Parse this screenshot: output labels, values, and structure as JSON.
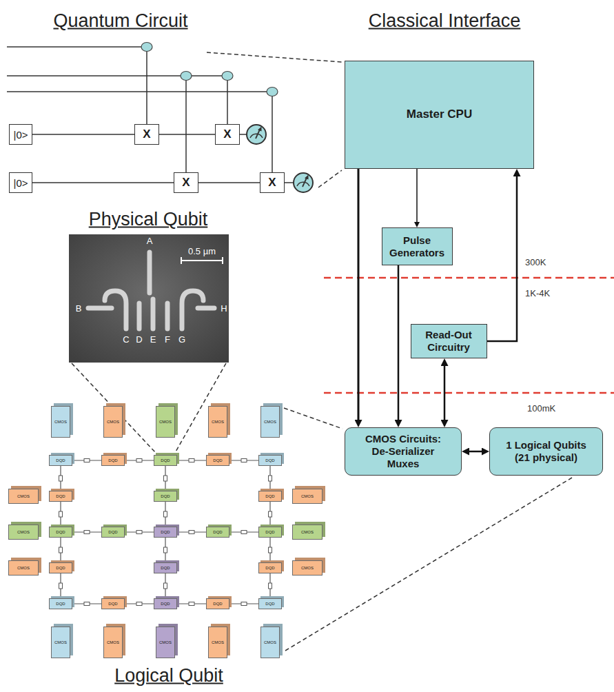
{
  "diagram": {
    "nodes": [
      {
        "text": [
          "|0>"
        ]
      },
      {
        "text": [
          "X"
        ]
      },
      {
        "text": [
          "X"
        ]
      },
      {
        "text": [
          "|0>"
        ]
      },
      {
        "text": [
          "X"
        ]
      },
      {
        "text": [
          "X"
        ]
      },
      {
        "text": [
          "Master CPU"
        ]
      },
      {
        "text": [
          "Pulse Generators"
        ]
      },
      {
        "text": [
          "Read-Out Circuitry"
        ]
      },
      {
        "text": [
          "CMOS Circuits: De-Serializer Muxes"
        ]
      },
      {
        "text": [
          "1 Logical Qubits (21 physical)"
        ]
      },
      {
        "text": [
          "CMOS"
        ]
      },
      {
        "text": [
          "CMOS"
        ]
      },
      {
        "text": [
          "CMOS"
        ]
      },
      {
        "text": [
          "CMOS"
        ]
      },
      {
        "text": [
          "CMOS"
        ]
      },
      {
        "text": [
          "DQD"
        ]
      },
      {
        "text": [
          "DQD"
        ]
      },
      {
        "text": [
          "DQD"
        ]
      },
      {
        "text": [
          "DQD"
        ]
      },
      {
        "text": [
          "DQD"
        ]
      },
      {
        "text": [
          "CMOS"
        ]
      },
      {
        "text": [
          "DQD"
        ]
      },
      {
        "text": [
          "DQD"
        ]
      },
      {
        "text": [
          "DQD"
        ]
      },
      {
        "text": [
          "CMOS"
        ]
      },
      {
        "text": [
          "CMOS"
        ]
      },
      {
        "text": [
          "DQD"
        ]
      },
      {
        "text": [
          "DQD"
        ]
      },
      {
        "text": [
          "DQD"
        ]
      },
      {
        "text": [
          "DQD"
        ]
      },
      {
        "text": [
          "DQD"
        ]
      },
      {
        "text": [
          "CMOS"
        ]
      },
      {
        "text": [
          "CMOS"
        ]
      },
      {
        "text": [
          "DQD"
        ]
      },
      {
        "text": [
          "DQD"
        ]
      },
      {
        "text": [
          "DQD"
        ]
      },
      {
        "text": [
          "CMOS"
        ]
      },
      {
        "text": [
          "DQD"
        ]
      },
      {
        "text": [
          "DQD"
        ]
      },
      {
        "text": [
          "DQD"
        ]
      },
      {
        "text": [
          "DQD"
        ]
      },
      {
        "text": [
          "DQD"
        ]
      },
      {
        "text": [
          "CMOS"
        ]
      },
      {
        "text": [
          "CMOS"
        ]
      },
      {
        "text": [
          "CMOS"
        ]
      },
      {
        "text": [
          "CMOS"
        ]
      },
      {
        "text": [
          "CMOS"
        ]
      }
    ],
    "edges": [
      {
        "from": 0,
        "to": 1,
        "arrow": "none"
      },
      {
        "from": 1,
        "to": 2,
        "arrow": "none"
      },
      {
        "from": 3,
        "to": 4,
        "arrow": "none"
      },
      {
        "from": 4,
        "to": 5,
        "arrow": "none"
      },
      {
        "from": 6,
        "to": 9,
        "arrow": "to"
      },
      {
        "from": 6,
        "to": 7,
        "arrow": "to"
      },
      {
        "from": 7,
        "to": 9,
        "arrow": "to"
      },
      {
        "from": 8,
        "to": 6,
        "arrow": "to"
      },
      {
        "from": 8,
        "to": 9,
        "arrow": "both"
      },
      {
        "from": 9,
        "to": 10,
        "arrow": "both"
      },
      {
        "from": 16,
        "to": 17,
        "arrow": "none"
      },
      {
        "from": 17,
        "to": 18,
        "arrow": "none"
      },
      {
        "from": 18,
        "to": 19,
        "arrow": "none"
      },
      {
        "from": 19,
        "to": 20,
        "arrow": "none"
      },
      {
        "from": 27,
        "to": 28,
        "arrow": "none"
      },
      {
        "from": 28,
        "to": 29,
        "arrow": "none"
      },
      {
        "from": 29,
        "to": 30,
        "arrow": "none"
      },
      {
        "from": 30,
        "to": 31,
        "arrow": "none"
      },
      {
        "from": 38,
        "to": 39,
        "arrow": "none"
      },
      {
        "from": 39,
        "to": 40,
        "arrow": "none"
      },
      {
        "from": 40,
        "to": 41,
        "arrow": "none"
      },
      {
        "from": 41,
        "to": 42,
        "arrow": "none"
      },
      {
        "from": 16,
        "to": 22,
        "arrow": "none"
      },
      {
        "from": 22,
        "to": 27,
        "arrow": "none"
      },
      {
        "from": 27,
        "to": 34,
        "arrow": "none"
      },
      {
        "from": 34,
        "to": 38,
        "arrow": "none"
      },
      {
        "from": 18,
        "to": 23,
        "arrow": "none"
      },
      {
        "from": 23,
        "to": 29,
        "arrow": "none"
      },
      {
        "from": 29,
        "to": 35,
        "arrow": "none"
      },
      {
        "from": 35,
        "to": 40,
        "arrow": "none"
      },
      {
        "from": 20,
        "to": 24,
        "arrow": "none"
      },
      {
        "from": 24,
        "to": 31,
        "arrow": "none"
      },
      {
        "from": 31,
        "to": 36,
        "arrow": "none"
      },
      {
        "from": 36,
        "to": 42,
        "arrow": "none"
      }
    ],
    "labels": [
      "Quantum Circuit",
      "Classical Interface",
      "Physical Qubit",
      "A",
      "0.5 µm",
      "B",
      "H",
      "C",
      "D",
      "E",
      "F",
      "G",
      "300K",
      "1K-4K",
      "100mK",
      "Logical Qubit"
    ]
  }
}
